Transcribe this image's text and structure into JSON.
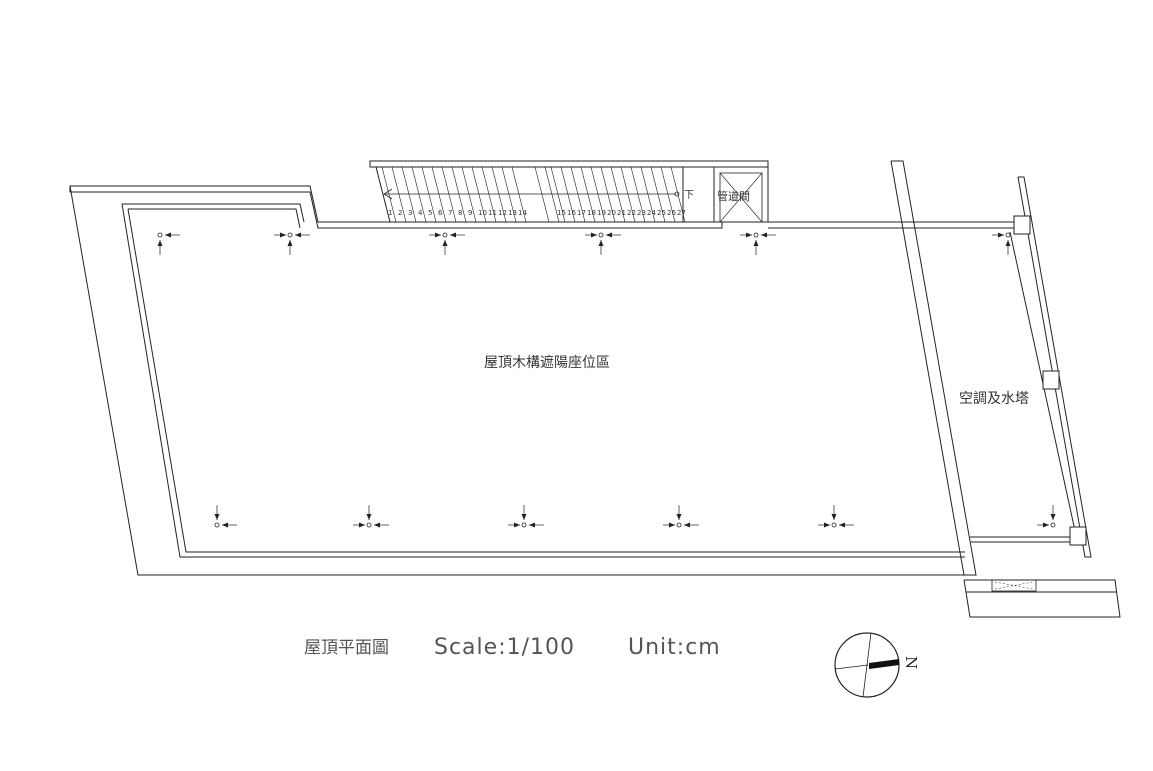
{
  "drawing": {
    "room_label": "屋頂木構遮陽座位區",
    "hvac_label": "空調及水塔",
    "shaft_label": "管道間",
    "stair_down_label": "下",
    "stair_steps": [
      "1",
      "2",
      "3",
      "4",
      "5",
      "6",
      "7",
      "8",
      "9",
      "10",
      "11",
      "12",
      "13",
      "14",
      "15",
      "16",
      "17",
      "18",
      "19",
      "20",
      "21",
      "22",
      "23",
      "24",
      "25",
      "26",
      "27"
    ],
    "caption_title": "屋頂平面圖",
    "caption_scale": "Scale:1/100",
    "caption_unit": "Unit:cm",
    "north_label": "N"
  },
  "colors": {
    "line": "#222222",
    "background": "#ffffff"
  }
}
